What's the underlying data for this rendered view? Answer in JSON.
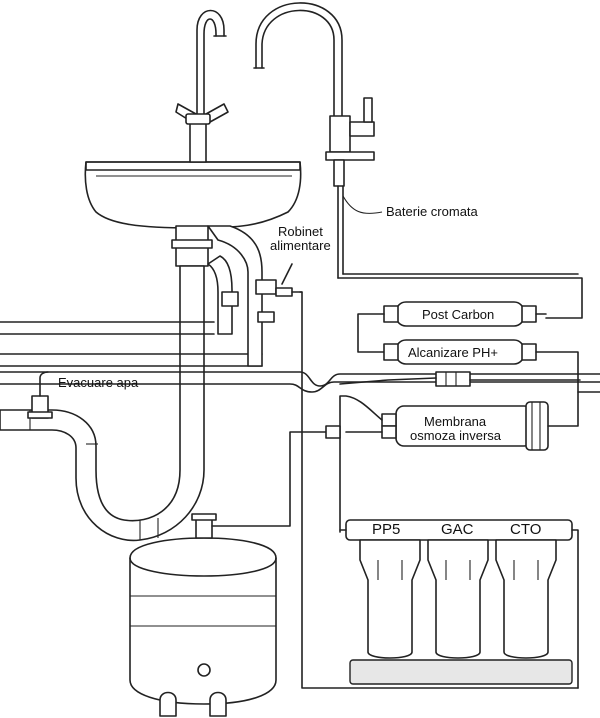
{
  "labels": {
    "chrome_faucet": "Baterie cromata",
    "feed_valve_line1": "Robinet",
    "feed_valve_line2": "alimentare",
    "drain_outlet": "Evacuare apa",
    "post_carbon": "Post Carbon",
    "alkaline": "Alcanizare PH+",
    "membrane_line1": "Membrana",
    "membrane_line2": "osmoza inversa",
    "filter_pp5": "PP5",
    "filter_gac": "GAC",
    "filter_cto": "CTO"
  }
}
